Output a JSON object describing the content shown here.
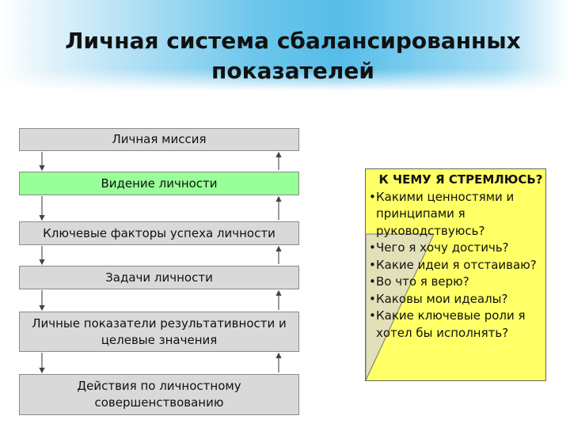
{
  "title": "Личная система сбалансированных показателей",
  "flow": {
    "boxes": [
      "Личная миссия",
      "Видение личности",
      "Ключевые факторы успеха личности",
      "Задачи личности",
      "Личные показатели результативности и целевые значения",
      "Действия по личностному совершенствованию"
    ],
    "highlighted_box_color": "#99ff99",
    "box_color": "#d9d9d9"
  },
  "panel": {
    "heading": "К ЧЕМУ Я СТРЕМЛЮСЬ?",
    "bullet": "•",
    "questions": [
      "Какими ценностями и принципами я руководствуюсь?",
      "Чего я хочу достичь?",
      "Какие идеи я отстаиваю?",
      "Во что я верю?",
      "Каковы мои идеалы?",
      "Какие ключевые роли я хотел бы исполнять?"
    ],
    "color": "#ffff66"
  }
}
